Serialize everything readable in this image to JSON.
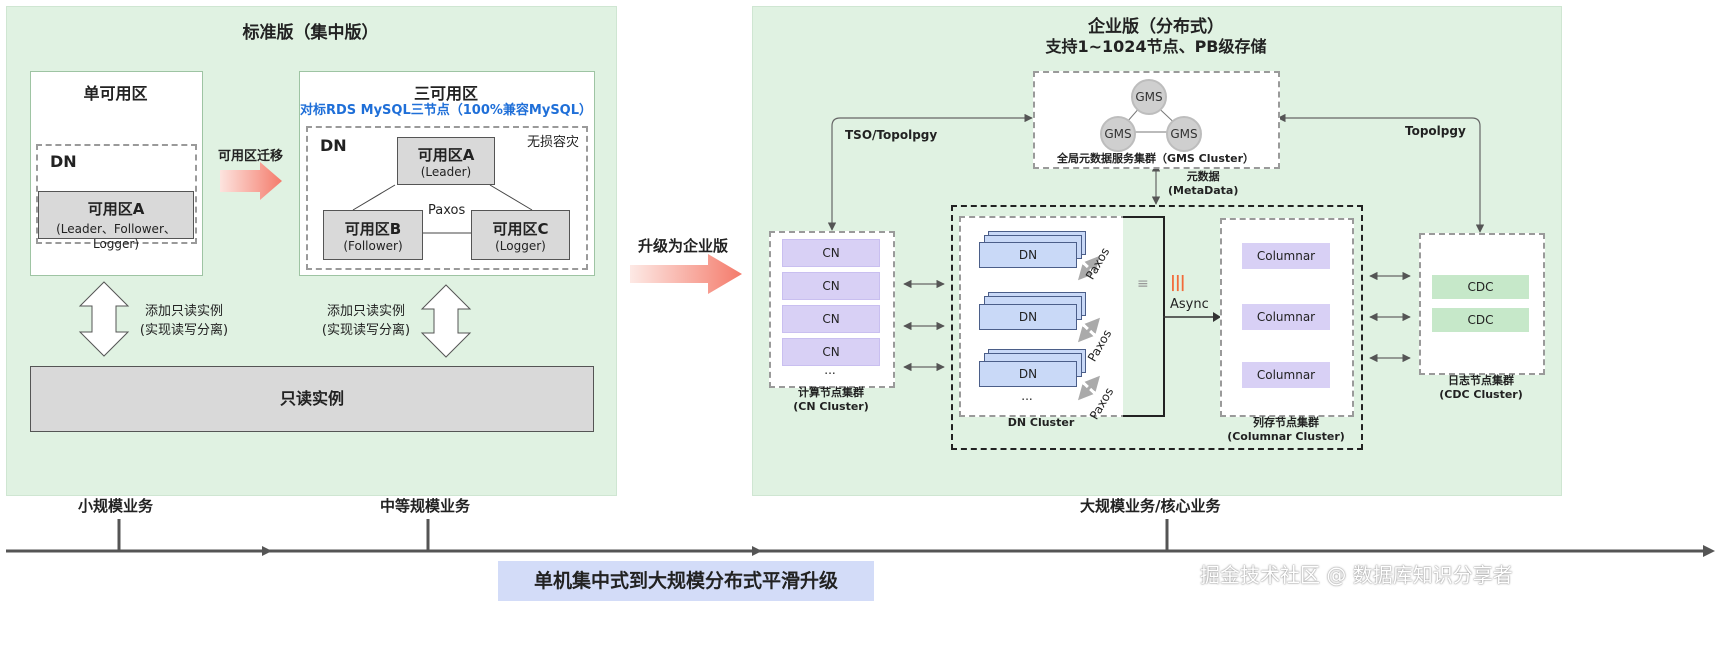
{
  "standard": {
    "title": "标准版（集中版）",
    "single_az": {
      "title": "单可用区",
      "dn_label": "DN",
      "az_a": "可用区A",
      "az_a_roles": "(Leader、Follower、Logger)"
    },
    "migrate_label": "可用区迁移",
    "three_az": {
      "title": "三可用区",
      "subtitle": "对标RDS MySQL三节点（100%兼容MySQL）",
      "dn_label": "DN",
      "lossless": "无损容灾",
      "az_a": "可用区A",
      "az_a_role": "(Leader)",
      "az_b": "可用区B",
      "az_b_role": "(Follower)",
      "az_c": "可用区C",
      "az_c_role": "(Logger)",
      "paxos": "Paxos"
    },
    "readonly_add_1": "添加只读实例",
    "readonly_add_2": "(实现读写分离)",
    "readonly_label": "只读实例"
  },
  "upgrade_label": "升级为企业版",
  "enterprise": {
    "title": "企业版（分布式）",
    "subtitle": "支持1~1024节点、PB级存储",
    "gms": {
      "node": "GMS",
      "label": "全局元数据服务集群（GMS Cluster）"
    },
    "tso_label": "TSO/Topolpgy",
    "topo_label": "Topolpgy",
    "metadata_1": "元数据",
    "metadata_2": "(MetaData)",
    "cn": {
      "items": [
        "CN",
        "CN",
        "CN",
        "CN"
      ],
      "ellipsis": "...",
      "label_1": "计算节点集群",
      "label_2": "(CN Cluster)"
    },
    "dn": {
      "item": "DN",
      "ellipsis": "...",
      "paxos": "Paxos",
      "label": "DN Cluster",
      "async": "Async"
    },
    "columnar": {
      "item": "Columnar",
      "label_1": "列存节点集群",
      "label_2": "(Columnar Cluster)"
    },
    "cdc": {
      "item": "CDC",
      "label_1": "日志节点集群",
      "label_2": "(CDC Cluster)"
    }
  },
  "timeline": {
    "small": "小规模业务",
    "medium": "中等规模业务",
    "large": "大规模业务/核心业务",
    "caption": "单机集中式到大规模分布式平滑升级"
  },
  "watermark": "掘金技术社区 @ 数据库知识分享者",
  "colors": {
    "panel": "#e0f2e2",
    "highlight_blue": "#1f6fd8",
    "caption_bg": "#d3dcf8",
    "node_purple": "#d8d0f5",
    "dn_blue": "#c9d9f7",
    "cdc_green": "#c6e8c9",
    "arrow_red": "#f47b6b"
  }
}
